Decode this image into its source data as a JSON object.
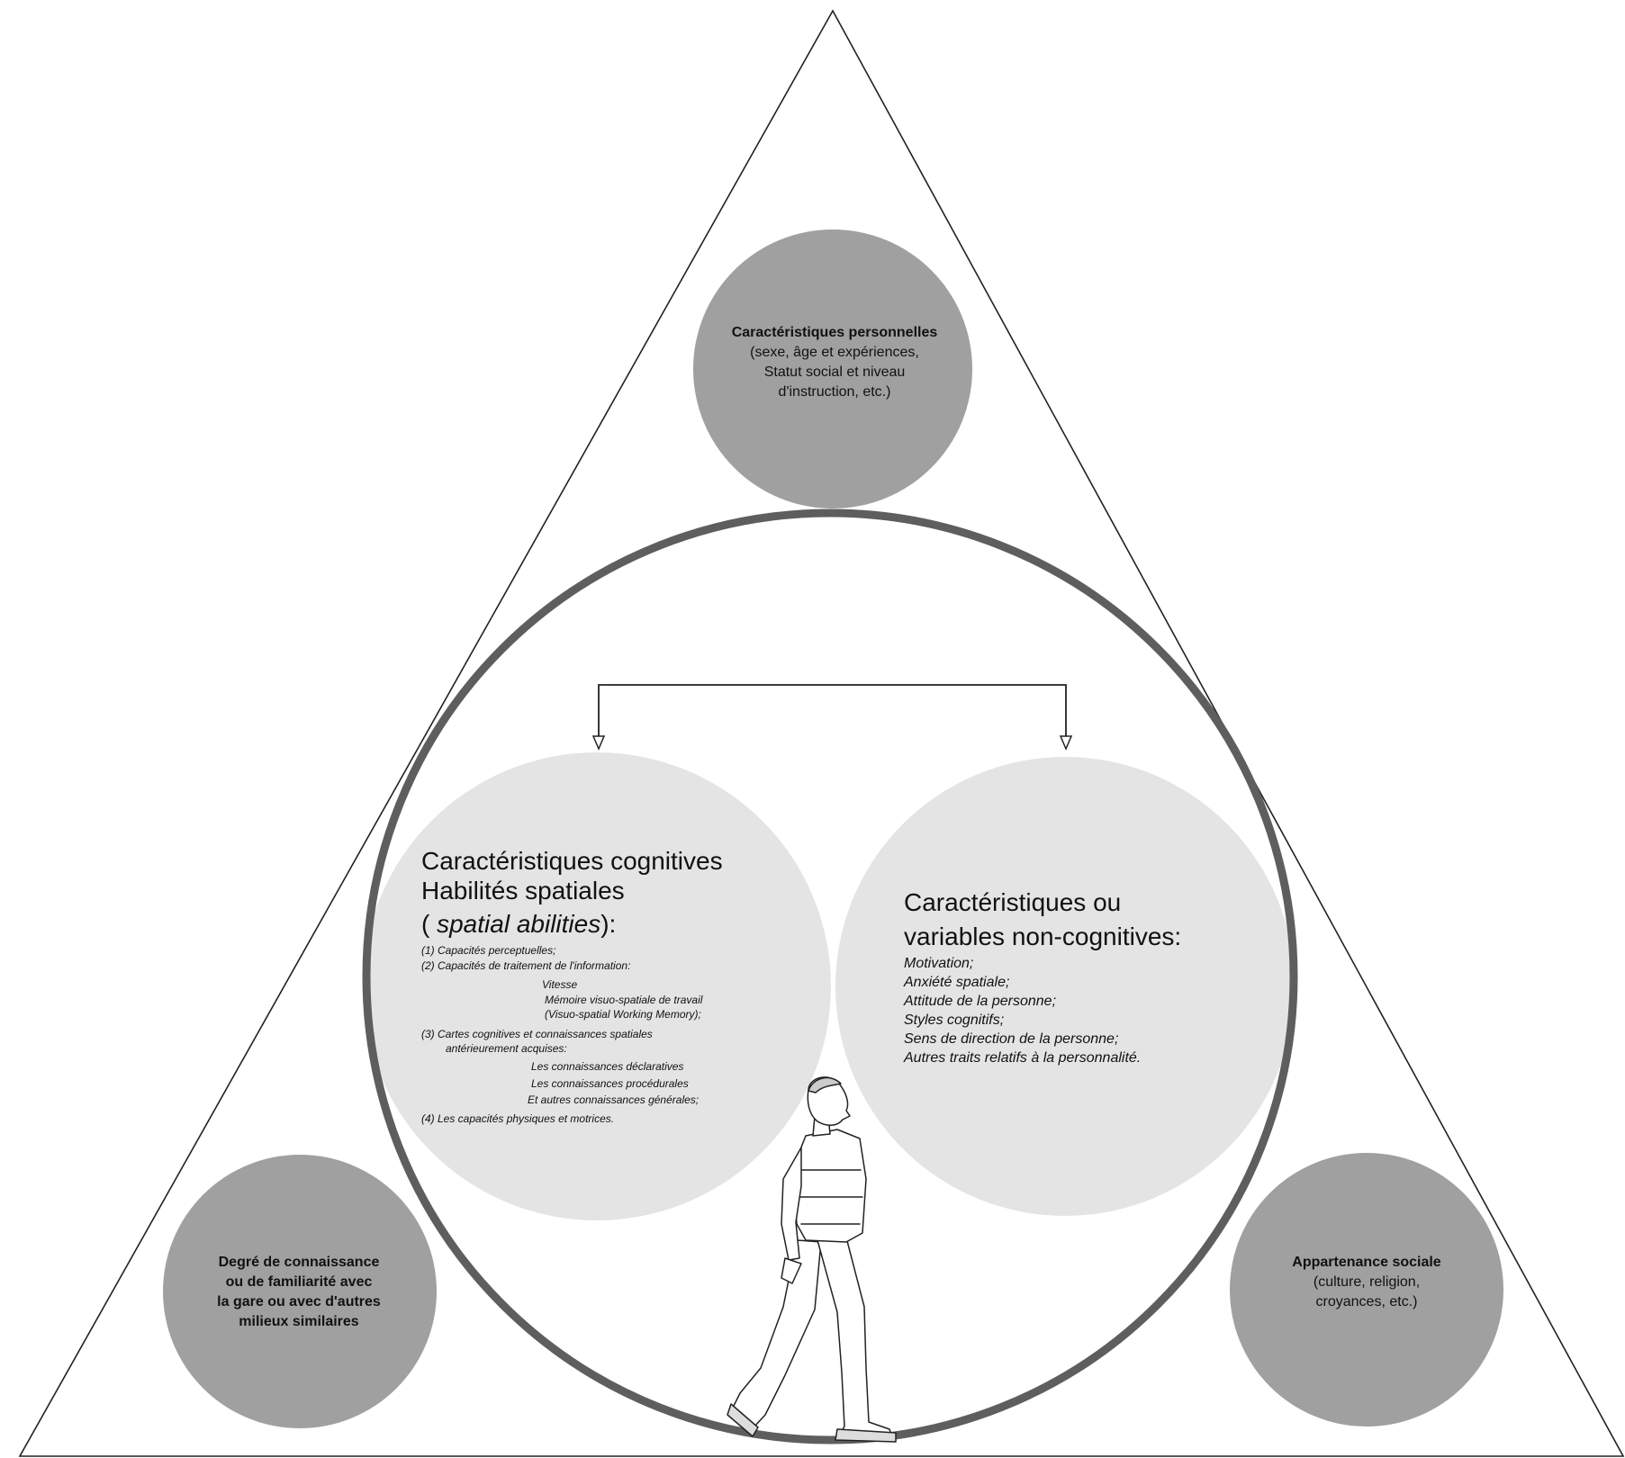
{
  "colors": {
    "outer_circle_fill": "#a0a0a0",
    "inner_circle_fill": "#e4e4e4",
    "big_ring_stroke": "#5e5e5e",
    "line": "#222222",
    "text": "#111111"
  },
  "personal": {
    "title": "Caractéristiques personnelles",
    "lines": [
      "(sexe, âge et expériences,",
      "Statut social et niveau",
      "d'instruction, etc.)"
    ]
  },
  "familiarity": {
    "lines": [
      "Degré de connaissance",
      "ou de familiarité avec",
      "la gare ou  avec d'autres",
      "milieux similaires"
    ]
  },
  "social": {
    "title": "Appartenance sociale",
    "lines": [
      "(culture, religion,",
      "croyances, etc.)"
    ]
  },
  "cognitive": {
    "title_line1": "Caractéristiques cognitives",
    "title_line2": "Habilités spatiales",
    "title_line3_open": "( ",
    "title_line3_italic": "spatial abilities",
    "title_line3_close": "):",
    "items": [
      "(1) Capacités perceptuelles;",
      "(2) Capacités de traitement de l'information:",
      "Vitesse",
      "Mémoire visuo-spatiale de travail",
      "(Visuo-spatial Working Memory);",
      "(3) Cartes cognitives et connaissances spatiales",
      "antérieurement acquises:",
      "Les connaissances déclaratives",
      "Les connaissances procédurales",
      "Et autres connaissances générales;",
      "(4) Les capacités physiques  et motrices."
    ]
  },
  "noncognitive": {
    "title_line1": "Caractéristiques ou",
    "title_line2": "variables non-cognitives:",
    "items": [
      "Motivation;",
      "Anxiété spatiale;",
      "Attitude de la personne;",
      "Styles cognitifs;",
      "Sens de direction de la personne;",
      "Autres traits relatifs à la personnalité."
    ]
  }
}
